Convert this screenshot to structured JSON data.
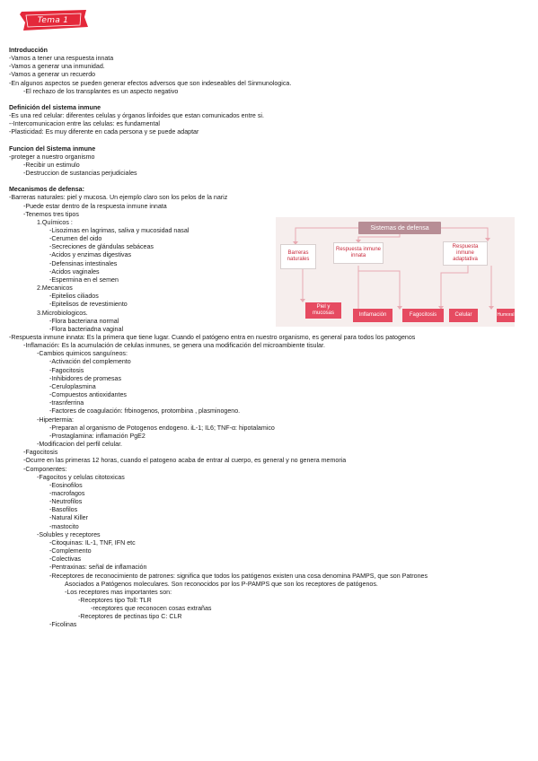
{
  "badge": {
    "label": "Tema 1"
  },
  "colors": {
    "accent": "#e4283a",
    "diagram_title": "#b78d95",
    "diagram_bottom": "#e64b61",
    "diagram_text": "#c8283a"
  },
  "intro": {
    "heading": "Introducción",
    "lines": [
      "-Vamos a tener una respuesta innata",
      "-Vamos a generar una inmunidad.",
      "-Vamos a generar un recuerdo",
      "-En algunos aspectos se pueden generar efectos adversos que son indeseables del Sinmunologica."
    ],
    "sub": "-El rechazo de los transplantes es un aspecto negativo"
  },
  "definicion": {
    "heading": "Definición del sistema inmune",
    "lines": [
      "-Es una red celular: diferentes celulas y órganos linfoides que estan comunicados entre si.",
      "--Intercomunicacion entre las celulas: es fundamental",
      "-Plasticidad: Es muy diferente en cada persona y se puede adaptar"
    ]
  },
  "funcion": {
    "heading": "Funcion del Sistema inmune",
    "line": "-proteger a nuestro organismo",
    "subs": [
      "-Recibir un estimulo",
      "-Destruccion de sustancias perjudiciales"
    ]
  },
  "mecanismos": {
    "heading": "Mecanismos de defensa:",
    "barreras": "-Barreras naturales: piel y mucosa. Un ejemplo claro son los pelos de la nariz",
    "puede": "-Puede estar dentro de la respuesta inmune innata",
    "tenemos": "-Tenemos tres tipos",
    "quimicos": {
      "label": "1.Químicos :",
      "items": [
        "-Lisozimas en lagrimas, saliva y mucosidad nasal",
        "-Cerumen del oido",
        "-Secreciones de glándulas sebáceas",
        "-Acidos y enzimas digestivas",
        "-Defensinas intestinales",
        "-Acidos vaginales",
        "-Espermina en el semen"
      ]
    },
    "mecanicos": {
      "label": "2.Mecanicos",
      "items": [
        "-Epitelios ciliados",
        "-Epitelisos de revestimiento"
      ]
    },
    "micro": {
      "label": "3.Microbiologicos.",
      "items": [
        "-Flora bacteriana normal",
        "-Flora bacteriadna vaginal"
      ]
    }
  },
  "respuesta": {
    "line": "-Respuesta inmune innata: Es la primera que tiene lugar. Cuando el patógeno entra en nuestro organismo, es general para todos los patogenos",
    "inflamacion": "-Inflamación: Es la acumulación de celulas inmunes, se genera una modificación del microambiente tisular.",
    "cambios": "-Cambios quimicos sanguíneos:",
    "cambios_items": [
      "-Activación del complemento",
      "-Fagocitosis",
      "-Inhibidores de promesas",
      "-Ceruloplasmina",
      "-Compuestos antioxidantes",
      "-trasnferrina",
      "-Factores de coagulación: frbinogenos, protombina , plasminogeno."
    ],
    "hipertermia": "-Hipertermia:",
    "hiper_items": [
      "-Preparan al organismo de Potogenos endogeno. iL-1; IL6; TNF-α: hipotalamico",
      "-Prostaglamina: inflamación PgE2"
    ],
    "modificacion": "-Modificacion del perfil celular.",
    "fagocitosis": "-Fagocitosis",
    "ocurre": "-Ocurre en las primeras 12 horas, cuando el patogeno acaba de entrar al cuerpo, es general y no genera memoria",
    "componentes": "-Componentes:",
    "fagocitos": "-Fagocitos y celulas citotoxicas",
    "fagocitos_items": [
      "-Eosinofilos",
      "-macrofagos",
      "-Neutrofilos",
      "-Basofilos",
      "-Natural Killer",
      "-mastocito"
    ],
    "solubles": "-Solubles y receptores",
    "solubles_items": [
      "-Citoquinas: IL-1, TNF, IFN etc",
      "-Complemento",
      "-Colectivas",
      "-Pentraxinas: señal de inflamación"
    ],
    "receptores_line1": "-Receptores de reconocimiento de patrones: significa que todos los patógenos existen una cosa denomina PAMPS, que son Patrones",
    "receptores_line2": "Asociados a Patógenos moleculares. Son reconocidos por los P-PAMPS que son los receptores de patógenos.",
    "importantes": "-Los receptores mas importantes son:",
    "toll": "-Receptores tipo Toll: TLR",
    "toll_sub": "-receptores que reconocen cosas extrañas",
    "pectinas": "-Receptores de pectinas tipo C: CLR",
    "ficolinas": "-Ficolinas"
  },
  "diagram": {
    "title": "Sistemas de defensa",
    "barreras": "Barreras naturales",
    "innata": "Respuesta inmune innata",
    "adaptativa": "Respuesta inmune adaptativa",
    "piel": "Piel y mucosas",
    "inflamacion": "Inflamación",
    "fagocitosis": "Fagocitosis",
    "celular": "Celular",
    "humoral": "Humoral"
  }
}
